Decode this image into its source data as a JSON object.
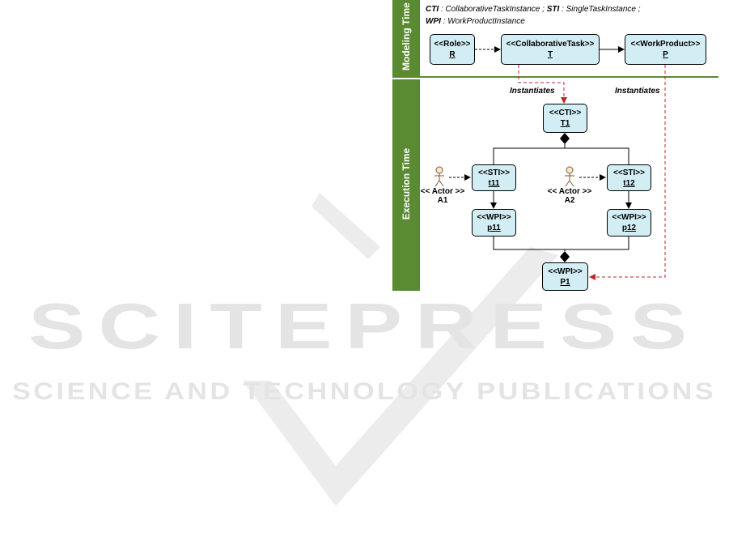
{
  "legend": {
    "cti_abbr": "CTI",
    "cti_full": ": CollaborativeTaskInstance ;",
    "sti_abbr": "STI",
    "sti_full": ": SingleTaskInstance ;",
    "wpi_abbr": "WPI",
    "wpi_full": ": WorkProductInstance"
  },
  "lanes": {
    "modeling": "Modeling Time",
    "execution": "Execution Time"
  },
  "modeling_nodes": {
    "role": {
      "stereotype": "<<Role>>",
      "name": "R"
    },
    "task": {
      "stereotype": "<<CollaborativeTask>>",
      "name": "T"
    },
    "product": {
      "stereotype": "<<WorkProduct>>",
      "name": "P"
    }
  },
  "execution_nodes": {
    "cti": {
      "stereotype": "<<CTI>>",
      "name": "T1"
    },
    "sti1": {
      "stereotype": "<<STI>>",
      "name": "t11"
    },
    "sti2": {
      "stereotype": "<<STI>>",
      "name": "t12"
    },
    "wpi1": {
      "stereotype": "<<WPI>>",
      "name": "p11"
    },
    "wpi2": {
      "stereotype": "<<WPI>>",
      "name": "p12"
    },
    "wpi": {
      "stereotype": "<<WPI>>",
      "name": "P1"
    }
  },
  "actors": {
    "a1": {
      "stereotype": "<< Actor >>",
      "name": "A1"
    },
    "a2": {
      "stereotype": "<< Actor >>",
      "name": "A2"
    }
  },
  "edge_labels": {
    "instantiates_1": "Instantiates",
    "instantiates_2": "Instantiates"
  },
  "watermark": {
    "title": "SCITEPRESS",
    "subtitle": "SCIENCE AND TECHNOLOGY PUBLICATIONS"
  },
  "colors": {
    "lane_green": "#5a8a32",
    "box_fill": "#d2eef4",
    "instantiate_red": "#c0262c",
    "watermark_gray": "#e6e6e6"
  }
}
